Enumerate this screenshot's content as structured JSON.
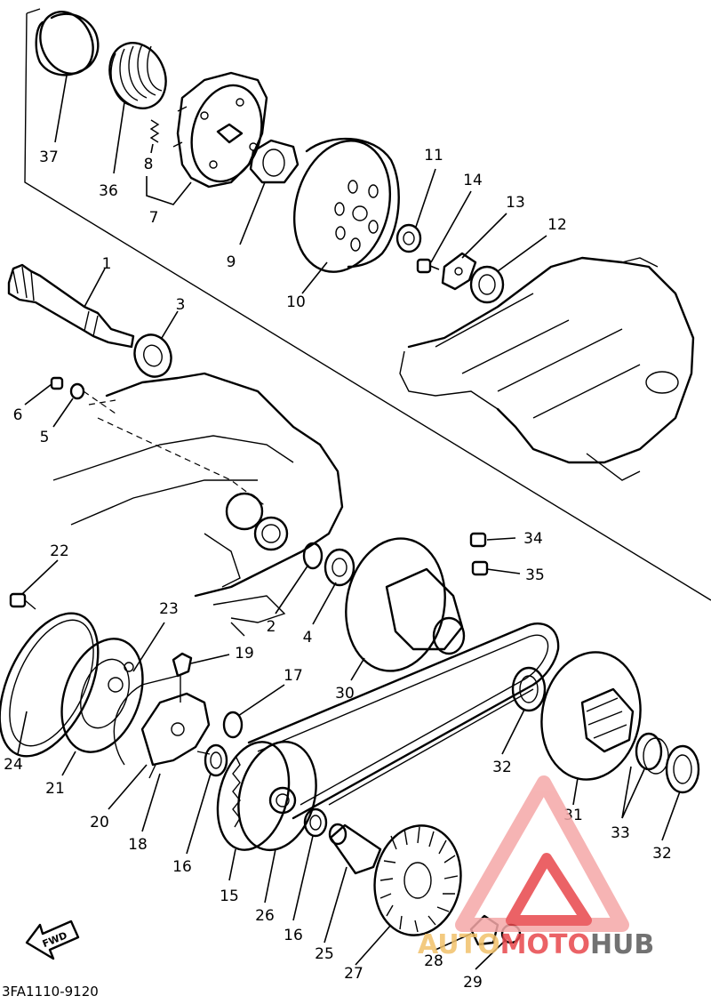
{
  "diagram": {
    "catalog_code": "3FA1110-9120",
    "fwd_label": "FWD",
    "callouts": [
      {
        "id": "c37",
        "text": "37"
      },
      {
        "id": "c36",
        "text": "36"
      },
      {
        "id": "c8",
        "text": "8"
      },
      {
        "id": "c7",
        "text": "7"
      },
      {
        "id": "c9",
        "text": "9"
      },
      {
        "id": "c10",
        "text": "10"
      },
      {
        "id": "c11",
        "text": "11"
      },
      {
        "id": "c14",
        "text": "14"
      },
      {
        "id": "c13",
        "text": "13"
      },
      {
        "id": "c12",
        "text": "12"
      },
      {
        "id": "c1",
        "text": "1"
      },
      {
        "id": "c3",
        "text": "3"
      },
      {
        "id": "c6",
        "text": "6"
      },
      {
        "id": "c5",
        "text": "5"
      },
      {
        "id": "c22",
        "text": "22"
      },
      {
        "id": "c23",
        "text": "23"
      },
      {
        "id": "c2",
        "text": "2"
      },
      {
        "id": "c4",
        "text": "4"
      },
      {
        "id": "c34",
        "text": "34"
      },
      {
        "id": "c35",
        "text": "35"
      },
      {
        "id": "c19",
        "text": "19"
      },
      {
        "id": "c17",
        "text": "17"
      },
      {
        "id": "c30",
        "text": "30"
      },
      {
        "id": "c24",
        "text": "24"
      },
      {
        "id": "c21",
        "text": "21"
      },
      {
        "id": "c20",
        "text": "20"
      },
      {
        "id": "c18",
        "text": "18"
      },
      {
        "id": "c16a",
        "text": "16"
      },
      {
        "id": "c15",
        "text": "15"
      },
      {
        "id": "c26",
        "text": "26"
      },
      {
        "id": "c16b",
        "text": "16"
      },
      {
        "id": "c25",
        "text": "25"
      },
      {
        "id": "c27",
        "text": "27"
      },
      {
        "id": "c28",
        "text": "28"
      },
      {
        "id": "c29",
        "text": "29"
      },
      {
        "id": "c32a",
        "text": "32"
      },
      {
        "id": "c31",
        "text": "31"
      },
      {
        "id": "c33",
        "text": "33"
      },
      {
        "id": "c32b",
        "text": "32"
      }
    ]
  },
  "watermark": {
    "part1": "AUTO",
    "part2": "MOTO",
    "part3": "HUB",
    "color_main": "#e8474c",
    "color_light": "#f5a8a8",
    "color_gold": "#f1c16b",
    "color_gray": "#5a5a5a"
  }
}
